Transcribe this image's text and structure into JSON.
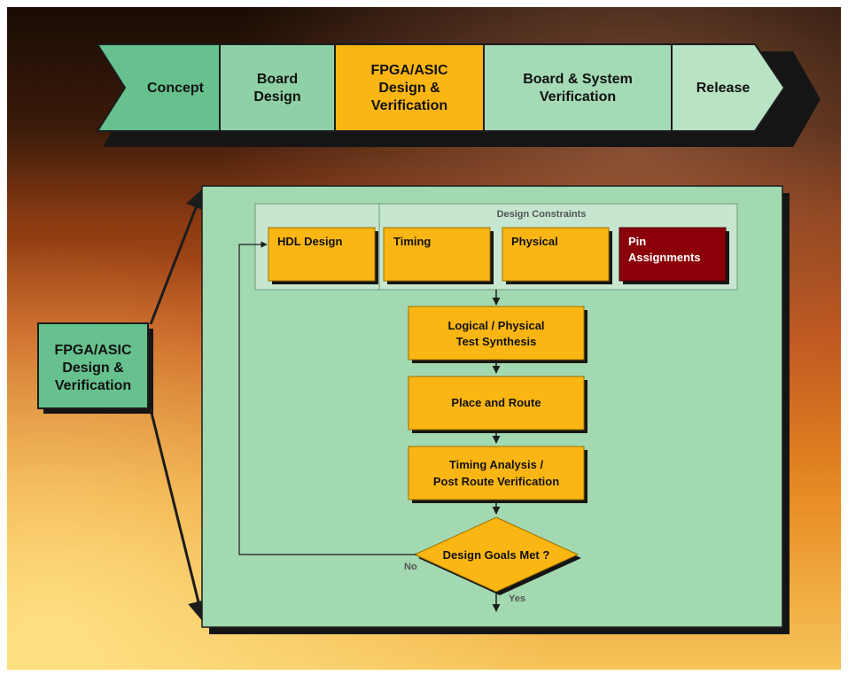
{
  "process_bar": {
    "stages": [
      {
        "label": "Concept"
      },
      {
        "label": "Board Design"
      },
      {
        "label": "FPGA/ASIC Design & Verification"
      },
      {
        "label": "Board & System Verification"
      },
      {
        "label": "Release"
      }
    ],
    "active_stage": "FPGA/ASIC Design & Verification"
  },
  "left_label": {
    "label": "FPGA/ASIC Design & Verification"
  },
  "flow": {
    "hdl_design": "HDL Design",
    "constraints_title": "Design Constraints",
    "constraints": [
      {
        "label": "Timing"
      },
      {
        "label": "Physical"
      },
      {
        "label": "Pin Assignments"
      }
    ],
    "synthesis": "Logical / Physical Test Synthesis",
    "place_route": "Place and Route",
    "timing_analysis": "Timing Analysis / Post Route Verification",
    "decision": "Design Goals Met ?",
    "no_label": "No",
    "yes_label": "Yes"
  },
  "colors": {
    "stage_green_dark": "#66c18e",
    "stage_green": "#8fd1a6",
    "stage_green_light": "#a5dab6",
    "stage_green_lightest": "#b9e3c5",
    "active_orange": "#fbb614",
    "panel_green": "#a3d9b1",
    "constraints_bg": "#c6e6d0",
    "pin_red": "#8b0008",
    "outline": "#1c1c1c"
  }
}
